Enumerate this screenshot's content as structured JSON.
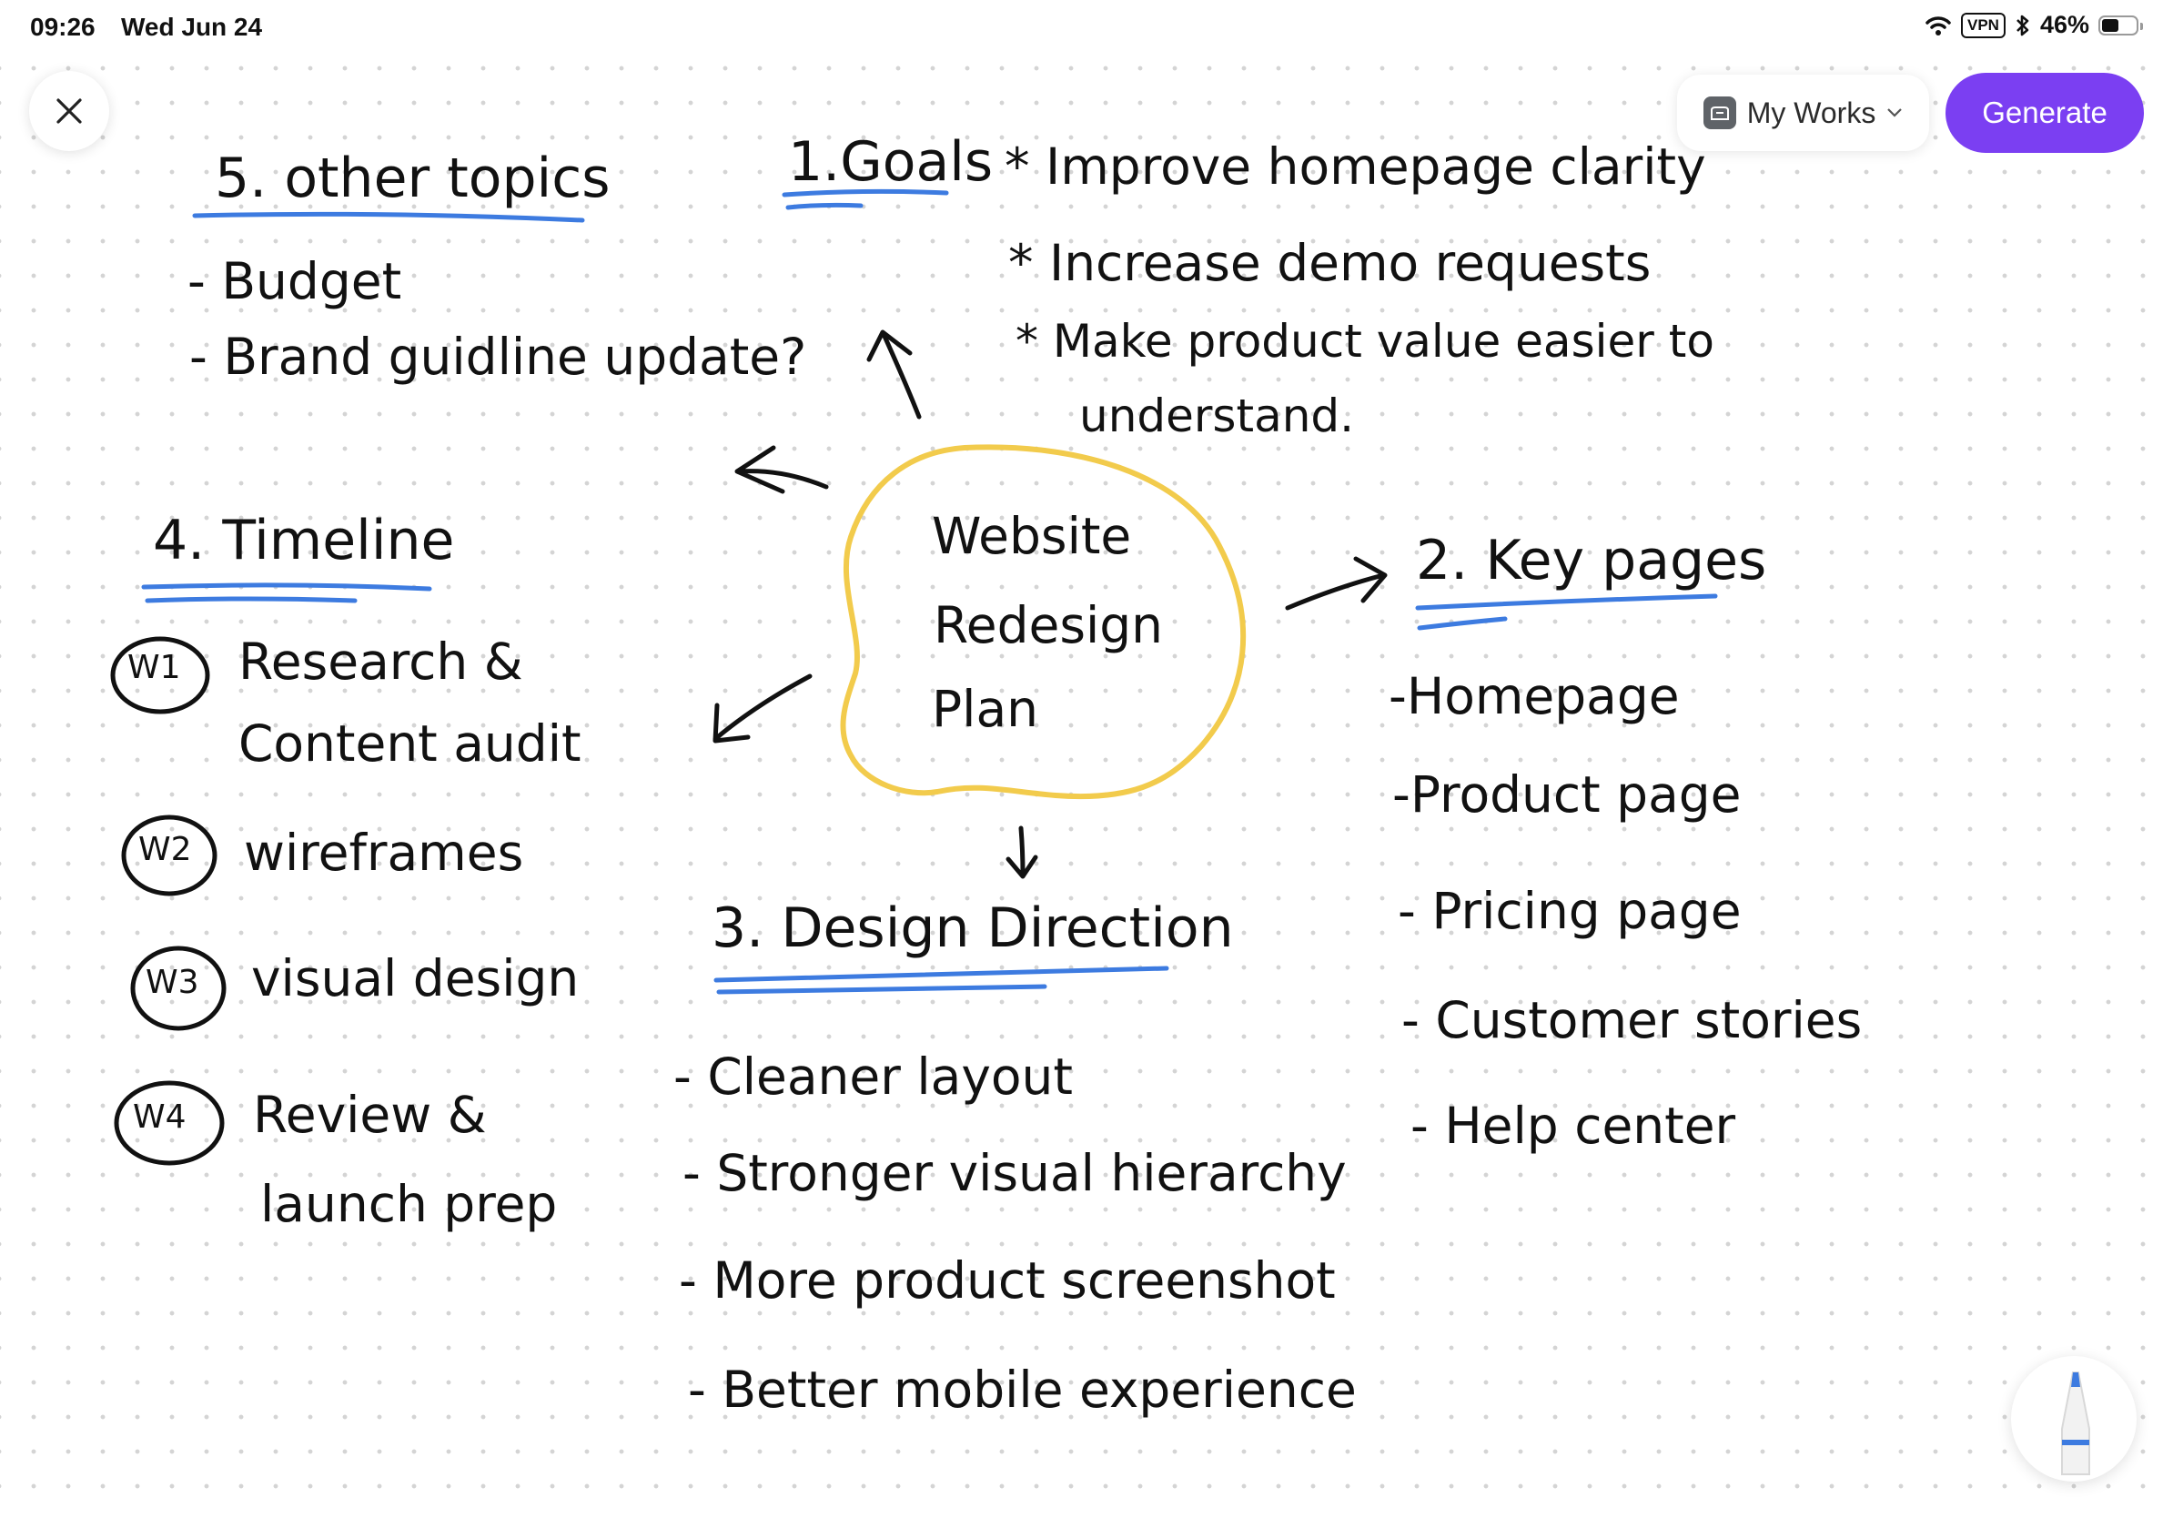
{
  "status_bar": {
    "time": "09:26",
    "date": "Wed Jun 24",
    "vpn": "VPN",
    "battery": "46%"
  },
  "toolbar": {
    "myworks_label": "My Works",
    "generate_label": "Generate"
  },
  "canvas": {
    "center": [
      "Website",
      "Redesign",
      "Plan"
    ],
    "goals": {
      "title": "1.Goals",
      "items": [
        "* Improve homepage clarity",
        "* Increase demo requests",
        "* Make product value easier to",
        "understand."
      ]
    },
    "key_pages": {
      "title": "2. Key pages",
      "items": [
        "-Homepage",
        "-Product page",
        "- Pricing page",
        "- Customer stories",
        "- Help center"
      ]
    },
    "design_direction": {
      "title": "3. Design Direction",
      "items": [
        "- Cleaner layout",
        "- Stronger visual hierarchy",
        "- More product screenshot",
        "- Better mobile experience"
      ]
    },
    "timeline": {
      "title": "4. Timeline",
      "weeks": [
        {
          "badge": "W1",
          "lines": [
            "Research &",
            "Content audit"
          ]
        },
        {
          "badge": "W2",
          "lines": [
            "wireframes"
          ]
        },
        {
          "badge": "W3",
          "lines": [
            "visual design"
          ]
        },
        {
          "badge": "W4",
          "lines": [
            "Review &",
            "launch prep"
          ]
        }
      ]
    },
    "other_topics": {
      "title": "5. other topics",
      "items": [
        "- Budget",
        "- Brand guidline update?"
      ]
    }
  },
  "colors": {
    "accent": "#7b3ff2",
    "underline": "#3d7be0",
    "circle": "#f2cb4c",
    "ink": "#111111"
  }
}
